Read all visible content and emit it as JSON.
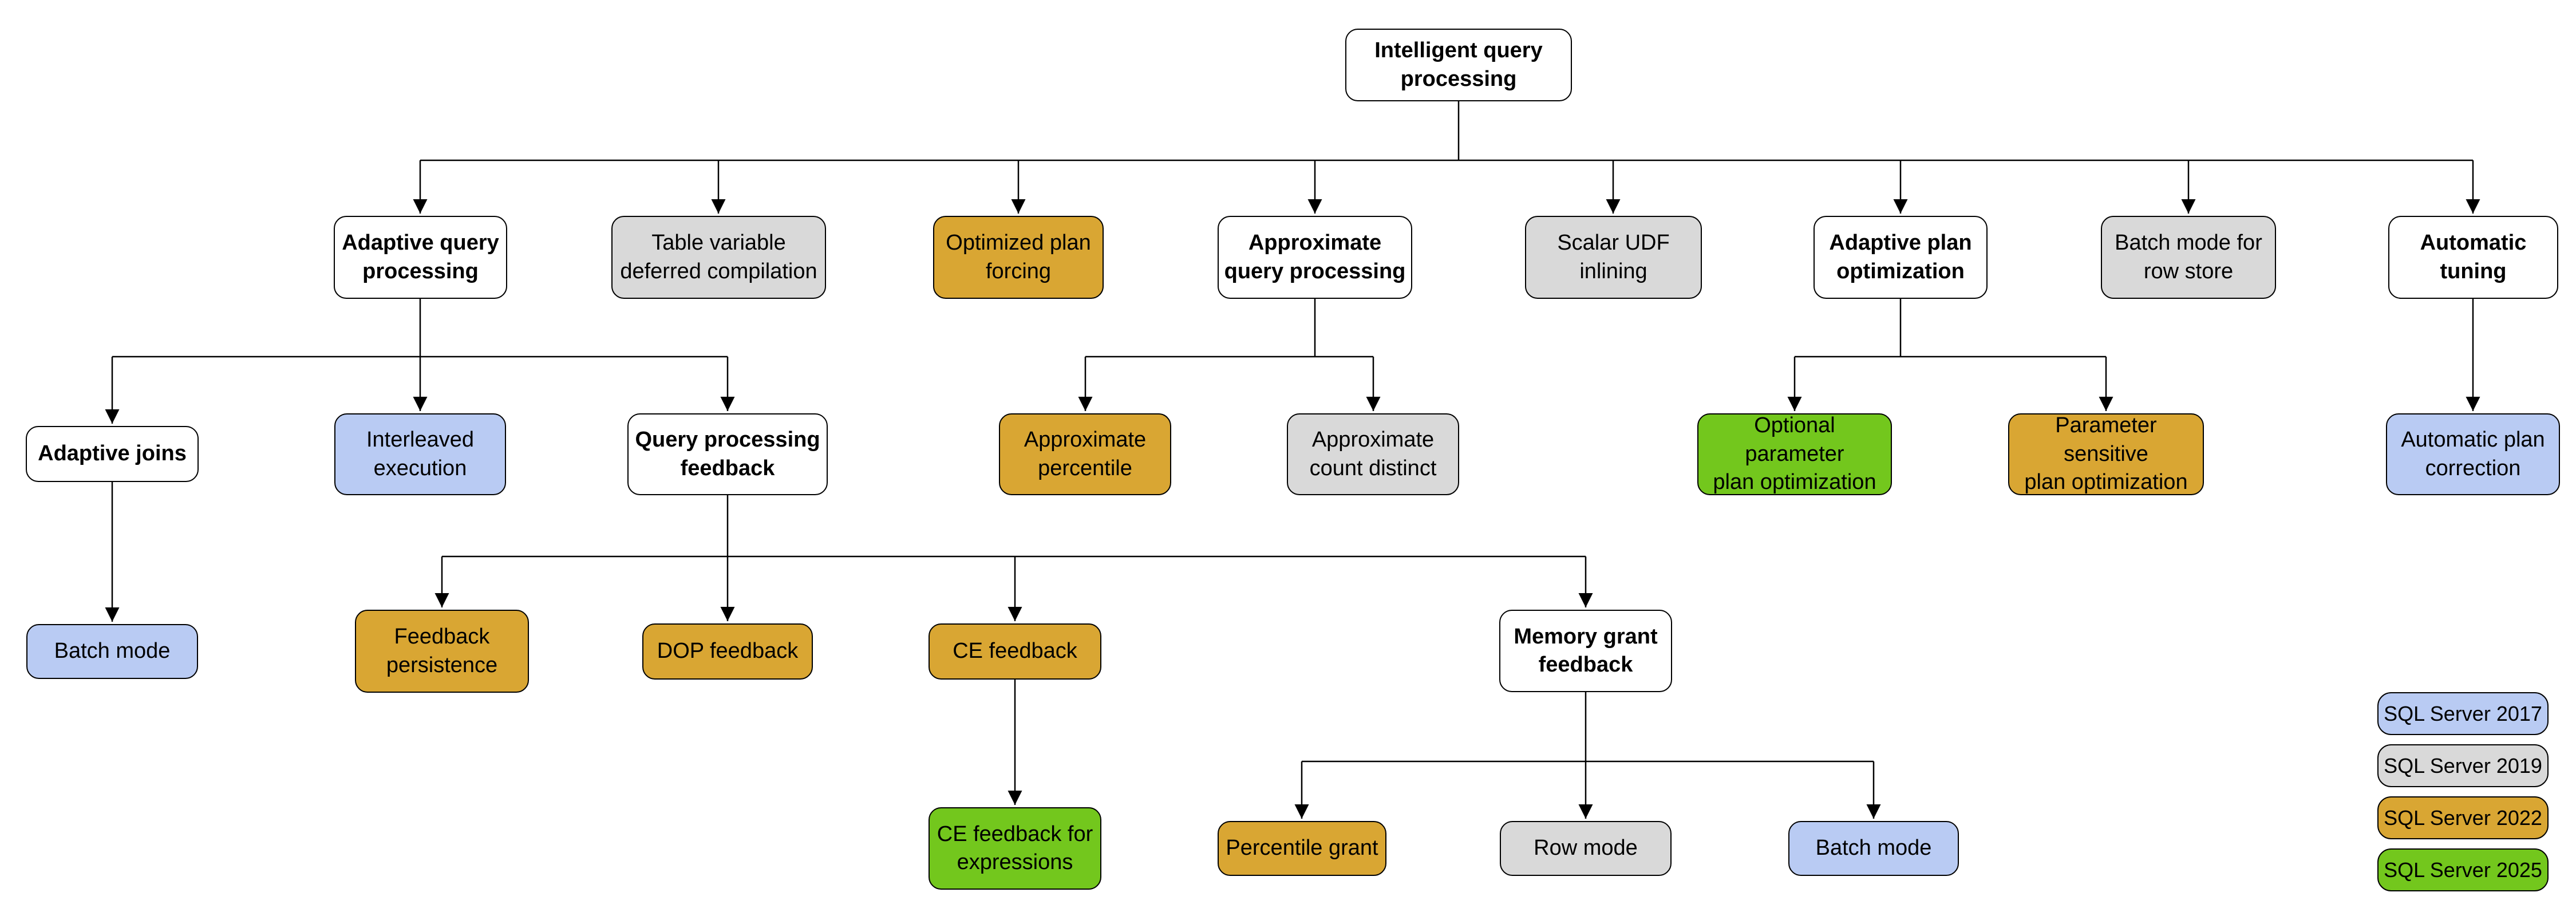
{
  "version_colors": {
    "base": "#ffffff",
    "2017": "#b9cbf3",
    "2019": "#d9d9d9",
    "2022": "#d9a633",
    "2025": "#73c71d"
  },
  "nodes": {
    "intelligent-query-processing": {
      "label": "Intelligent query\nprocessing",
      "version": "base"
    },
    "adaptive-query-processing": {
      "label": "Adaptive query\nprocessing",
      "version": "base"
    },
    "table-variable-deferred-compilation": {
      "label": "Table variable\ndeferred compilation",
      "version": "2019"
    },
    "optimized-plan-forcing": {
      "label": "Optimized plan\nforcing",
      "version": "2022"
    },
    "approximate-query-processing": {
      "label": "Approximate\nquery processing",
      "version": "base"
    },
    "scalar-udf-inlining": {
      "label": "Scalar UDF\ninlining",
      "version": "2019"
    },
    "adaptive-plan-optimization": {
      "label": "Adaptive plan\noptimization",
      "version": "base"
    },
    "batch-mode-for-row-store": {
      "label": "Batch mode for\nrow store",
      "version": "2019"
    },
    "automatic-tuning": {
      "label": "Automatic\ntuning",
      "version": "base"
    },
    "adaptive-joins": {
      "label": "Adaptive joins",
      "version": "base"
    },
    "interleaved-execution": {
      "label": "Interleaved\nexecution",
      "version": "2017"
    },
    "query-processing-feedback": {
      "label": "Query processing\nfeedback",
      "version": "base"
    },
    "approximate-percentile": {
      "label": "Approximate\npercentile",
      "version": "2022"
    },
    "approximate-count-distinct": {
      "label": "Approximate\ncount distinct",
      "version": "2019"
    },
    "optional-parameter-plan-optimization": {
      "label": "Optional parameter\nplan optimization",
      "version": "2025"
    },
    "parameter-sensitive-plan-optimization": {
      "label": "Parameter sensitive\nplan optimization",
      "version": "2022"
    },
    "automatic-plan-correction": {
      "label": "Automatic plan\ncorrection",
      "version": "2017"
    },
    "batch-mode-adaptive": {
      "label": "Batch mode",
      "version": "2017"
    },
    "feedback-persistence": {
      "label": "Feedback\npersistence",
      "version": "2022"
    },
    "dop-feedback": {
      "label": "DOP feedback",
      "version": "2022"
    },
    "ce-feedback": {
      "label": "CE feedback",
      "version": "2022"
    },
    "memory-grant-feedback": {
      "label": "Memory grant\nfeedback",
      "version": "base"
    },
    "ce-feedback-for-expressions": {
      "label": "CE feedback for\nexpressions",
      "version": "2025"
    },
    "percentile-grant": {
      "label": "Percentile grant",
      "version": "2022"
    },
    "row-mode": {
      "label": "Row mode",
      "version": "2019"
    },
    "batch-mode-memory-grant": {
      "label": "Batch mode",
      "version": "2017"
    }
  },
  "edges": [
    {
      "from": "intelligent-query-processing",
      "to": [
        "adaptive-query-processing",
        "table-variable-deferred-compilation",
        "optimized-plan-forcing",
        "approximate-query-processing",
        "scalar-udf-inlining",
        "adaptive-plan-optimization",
        "batch-mode-for-row-store",
        "automatic-tuning"
      ]
    },
    {
      "from": "adaptive-query-processing",
      "to": [
        "adaptive-joins",
        "interleaved-execution",
        "query-processing-feedback"
      ]
    },
    {
      "from": "approximate-query-processing",
      "to": [
        "approximate-percentile",
        "approximate-count-distinct"
      ]
    },
    {
      "from": "adaptive-plan-optimization",
      "to": [
        "optional-parameter-plan-optimization",
        "parameter-sensitive-plan-optimization"
      ]
    },
    {
      "from": "automatic-tuning",
      "to": [
        "automatic-plan-correction"
      ]
    },
    {
      "from": "adaptive-joins",
      "to": [
        "batch-mode-adaptive"
      ]
    },
    {
      "from": "query-processing-feedback",
      "to": [
        "feedback-persistence",
        "dop-feedback",
        "ce-feedback",
        "memory-grant-feedback"
      ]
    },
    {
      "from": "ce-feedback",
      "to": [
        "ce-feedback-for-expressions"
      ]
    },
    {
      "from": "memory-grant-feedback",
      "to": [
        "percentile-grant",
        "row-mode",
        "batch-mode-memory-grant"
      ]
    }
  ],
  "legend": {
    "items": [
      {
        "label": "SQL Server 2017",
        "version": "2017",
        "color": "#b9cbf3"
      },
      {
        "label": "SQL Server 2019",
        "version": "2019",
        "color": "#d9d9d9"
      },
      {
        "label": "SQL Server 2022",
        "version": "2022",
        "color": "#d9a633"
      },
      {
        "label": "SQL Server 2025",
        "version": "2025",
        "color": "#73c71d"
      }
    ]
  }
}
